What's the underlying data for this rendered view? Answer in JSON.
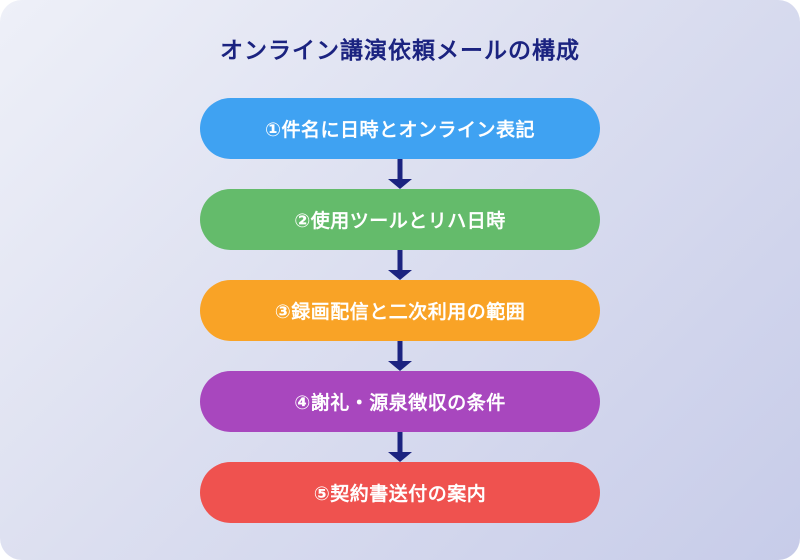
{
  "page": {
    "background_color": "#ffffff",
    "card_gradient_start": "#eef0f8",
    "card_gradient_end": "#c7cce9"
  },
  "title": {
    "text": "オンライン講演依頼メールの構成",
    "color": "#1b2380"
  },
  "flow": {
    "arrow_color": "#1b2380",
    "step_text_color": "#ffffff",
    "steps": [
      {
        "label": "①件名に日時とオンライン表記",
        "color": "#3fa2f2"
      },
      {
        "label": "②使用ツールとリハ日時",
        "color": "#64bb6b"
      },
      {
        "label": "③録画配信と二次利用の範囲",
        "color": "#f9a326"
      },
      {
        "label": "④謝礼・源泉徴収の条件",
        "color": "#a847be"
      },
      {
        "label": "⑤契約書送付の案内",
        "color": "#ef524f"
      }
    ]
  }
}
